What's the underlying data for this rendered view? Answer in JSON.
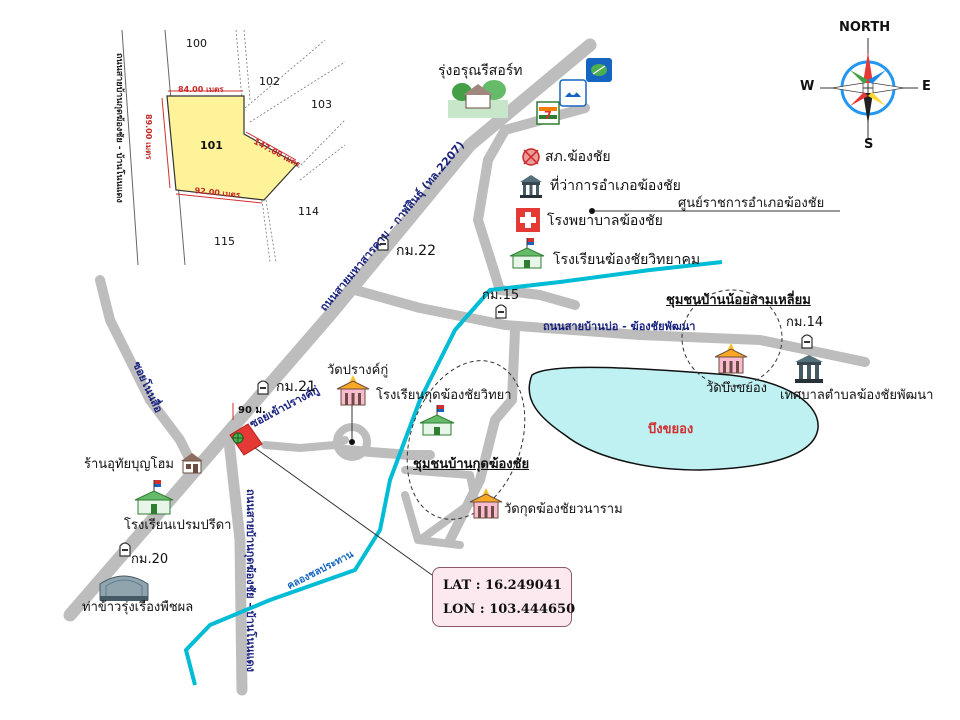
{
  "compass": {
    "north": "NORTH",
    "south": "S",
    "east": "E",
    "west": "W"
  },
  "plot": {
    "lot_number": "101",
    "neighbors": [
      "100",
      "102",
      "103",
      "114",
      "115"
    ],
    "dims": {
      "top": "84.00 เมตร",
      "right": "147.00 เมตร",
      "bottom": "92.00 เมตร",
      "left": "89.00 เมตร"
    },
    "road_label": "ถนนสายบ้านกุดฆ้องชัย - บ้านโนนแดง"
  },
  "roads": {
    "main_highway": "ถนนสายมหาสารคาม - กาฬสินธุ์ (ทล.2207)",
    "ban_bo": "ถนนสายบ้านบ่อ - ฆ้องชัยพัฒนา",
    "kud_khong": "ถนนสายบ้านกุดฆ้องชัย - บ้านโนนแดง",
    "sue_so": "ซอยโนนสื่อ",
    "prang_ku": "ซอยเข้าปรางค์กู่",
    "canal": "คลองชลประทาน",
    "distance_tag": "90 ม."
  },
  "places": {
    "resort": "รุ่งอรุณรีสอร์ท",
    "police": "สภ.ฆ้องชัย",
    "district_office": "ที่ว่าการอำเภอฆ้องชัย",
    "gov_center": "ศูนย์ราชการอำเภอฆ้องชัย",
    "hospital": "โรงพยาบาลฆ้องชัย",
    "school_witthayakhom": "โรงเรียนฆ้องชัยวิทยาคม",
    "km22": "กม.22",
    "km15": "กม.15",
    "km14": "กม.14",
    "km21": "กม.21",
    "km20": "กม.20",
    "community_noi": "ชุมชนบ้านน้อยสามเหลี่ยม",
    "wat_prang_ku": "วัดปรางค์กู่",
    "school_kud": "โรงเรียนกุดฆ้องชัยวิทยา",
    "community_kud": "ชุมชนบ้านกุดฆ้องชัย",
    "wat_bueng": "วัดบึงขยอง",
    "municipality": "เทศบาลตำบลฆ้องชัยพัฒนา",
    "lake": "บึงขยอง",
    "shop": "ร้านอุทัยบุญโฮม",
    "school_prem": "โรงเรียนเปรมปรีดา",
    "wat_kud": "วัดกุดฆ้องชัยวนาราม",
    "rice_mill": "ท่าข้าวรุ่งเรืองพืชผล"
  },
  "coords": {
    "lat": "LAT  :  16.249041",
    "lon": "LON  :  103.444650"
  },
  "colors": {
    "road": "#bdbdbd",
    "canal": "#00bcd4",
    "lake": "#bff0f2",
    "plot": "#fff39a",
    "site": "#e53935",
    "road_label": "#1a237e"
  }
}
